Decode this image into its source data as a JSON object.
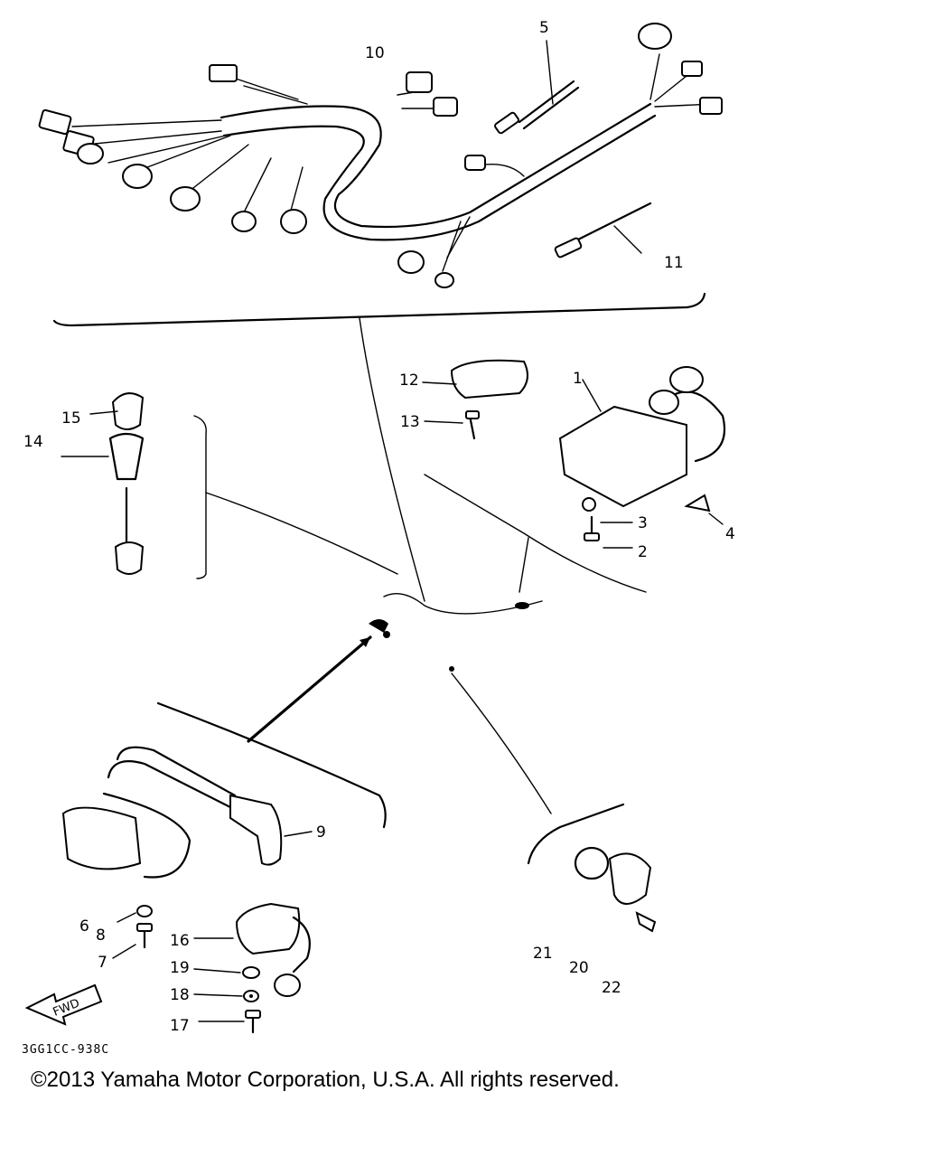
{
  "diagram": {
    "part_labels": [
      {
        "id": "p1",
        "text": "1"
      },
      {
        "id": "p2",
        "text": "2"
      },
      {
        "id": "p3",
        "text": "3"
      },
      {
        "id": "p4",
        "text": "4"
      },
      {
        "id": "p5",
        "text": "5"
      },
      {
        "id": "p6",
        "text": "6"
      },
      {
        "id": "p7",
        "text": "7"
      },
      {
        "id": "p8",
        "text": "8"
      },
      {
        "id": "p9",
        "text": "9"
      },
      {
        "id": "p10",
        "text": "10"
      },
      {
        "id": "p11",
        "text": "11"
      },
      {
        "id": "p12",
        "text": "12"
      },
      {
        "id": "p13",
        "text": "13"
      },
      {
        "id": "p14",
        "text": "14"
      },
      {
        "id": "p15",
        "text": "15"
      },
      {
        "id": "p16",
        "text": "16"
      },
      {
        "id": "p17",
        "text": "17"
      },
      {
        "id": "p18",
        "text": "18"
      },
      {
        "id": "p19",
        "text": "19"
      },
      {
        "id": "p20",
        "text": "20"
      },
      {
        "id": "p21",
        "text": "21"
      },
      {
        "id": "p22",
        "text": "22"
      }
    ],
    "fwd_label": "FWD",
    "drawing_code": "3GG1CC-938C"
  },
  "footer": {
    "copyright": "©2013 Yamaha Motor Corporation, U.S.A. All rights reserved."
  }
}
